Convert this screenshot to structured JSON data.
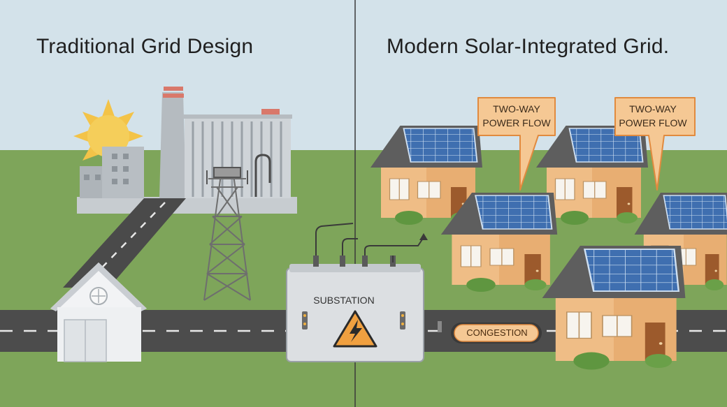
{
  "titles": {
    "left": "Traditional Grid Design",
    "right": "Modern Solar-Integrated Grid."
  },
  "callouts": [
    {
      "line1": "TWO-WAY",
      "line2": "POWER FLOW"
    },
    {
      "line1": "TWO-WAY",
      "line2": "POWER FLOW"
    }
  ],
  "labels": {
    "substation": "SUBSTATION",
    "congestion": "CONGESTION"
  },
  "icons": {
    "substation_warning": "high-voltage-warning-icon"
  },
  "colors": {
    "sky": "#d3e2ea",
    "grass": "#7ea55a",
    "road": "#4c4c4c",
    "callout_fill": "#f5c894",
    "callout_stroke": "#e18a3e",
    "solar_panel": "#3f6fb0",
    "house_wall": "#f0c08a",
    "house_roof": "#5e5e5e",
    "warning": "#f0a040"
  }
}
